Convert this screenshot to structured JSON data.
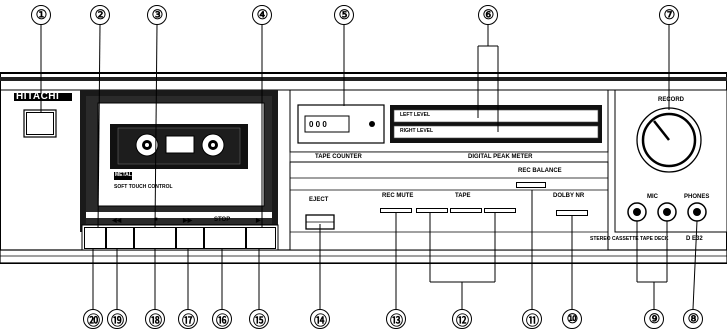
{
  "brand": "HITACHI",
  "callouts": {
    "top": [
      "①",
      "②",
      "③",
      "④",
      "⑤",
      "⑥",
      "⑦"
    ],
    "bottom": [
      "⑳",
      "⑲",
      "⑱",
      "⑰",
      "⑯",
      "⑮",
      "⑭",
      "⑬",
      "⑫",
      "⑪",
      "⑩",
      "⑨",
      "⑧"
    ]
  },
  "cassette": {
    "label": "SOFT TOUCH CONTROL",
    "tag": "METAL"
  },
  "transport": {
    "rew": "◀◀",
    "play": "▶",
    "ff": "▶▶",
    "stop": "STOP",
    "pause": "■",
    "eject": "EJECT"
  },
  "counter": {
    "digits": "0 0 0",
    "label": "TAPE COUNTER"
  },
  "meter": {
    "left": "LEFT LEVEL",
    "right": "RIGHT LEVEL",
    "label": "DIGITAL PEAK METER"
  },
  "controls": {
    "rec_balance": "REC BALANCE",
    "rec_mute": "REC MUTE",
    "tape": "TAPE",
    "dolby": "DOLBY NR",
    "record": "RECORD",
    "mic": "MIC",
    "phones": "PHONES"
  },
  "footer": {
    "system": "STEREO CASSETTE TAPE DECK",
    "model": "D E32"
  }
}
